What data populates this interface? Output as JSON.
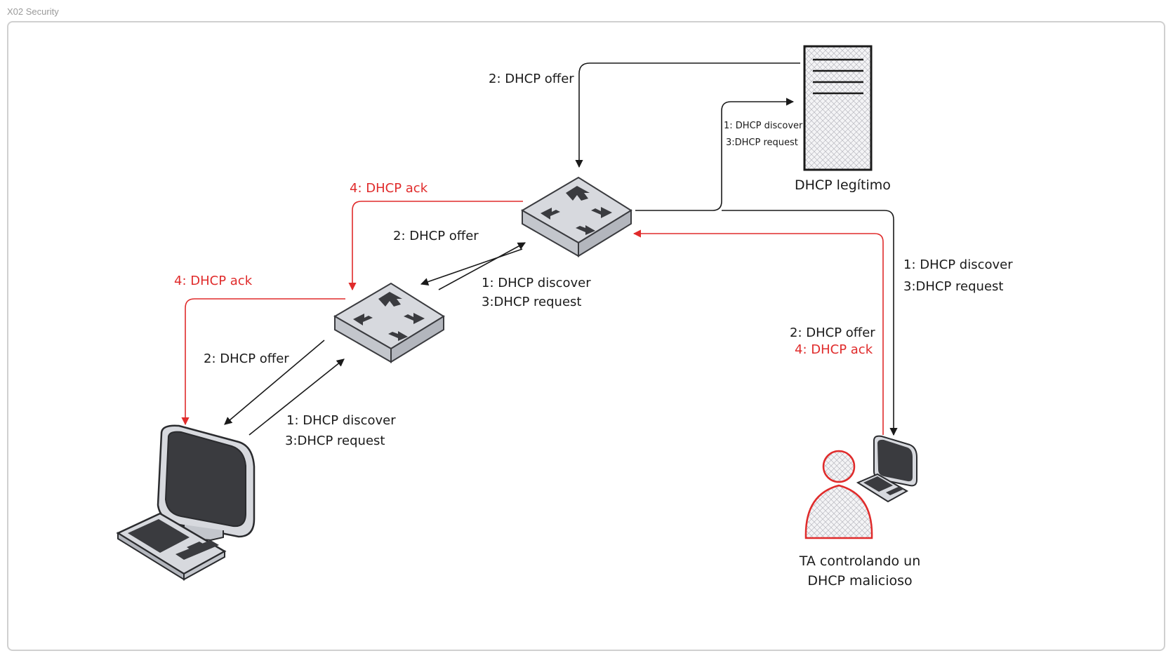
{
  "page": {
    "title": "X02 Security"
  },
  "nodes": {
    "legit_server": {
      "label": "DHCP legítimo"
    },
    "attacker": {
      "label_line1": "TA controlando un",
      "label_line2": "DHCP malicioso"
    }
  },
  "labels": {
    "top_offer": "2: DHCP offer",
    "server_discover": "1: DHCP discover",
    "server_request": "3:DHCP request",
    "ack_top": "4: DHCP ack",
    "mid_offer": "2: DHCP offer",
    "mid_discover": "1: DHCP discover",
    "mid_request": "3:DHCP request",
    "ack_left": "4: DHCP ack",
    "low_offer": "2: DHCP offer",
    "low_discover": "1: DHCP discover",
    "low_request": "3:DHCP request",
    "right_discover": "1: DHCP discover",
    "right_request": "3:DHCP request",
    "rogue_offer": "2: DHCP offer",
    "rogue_ack": "4: DHCP ack"
  },
  "colors": {
    "line": "#1a1a1a",
    "attack": "#e02b2b",
    "device_dark": "#3a3b3f",
    "device_light": "#d7d9de"
  }
}
